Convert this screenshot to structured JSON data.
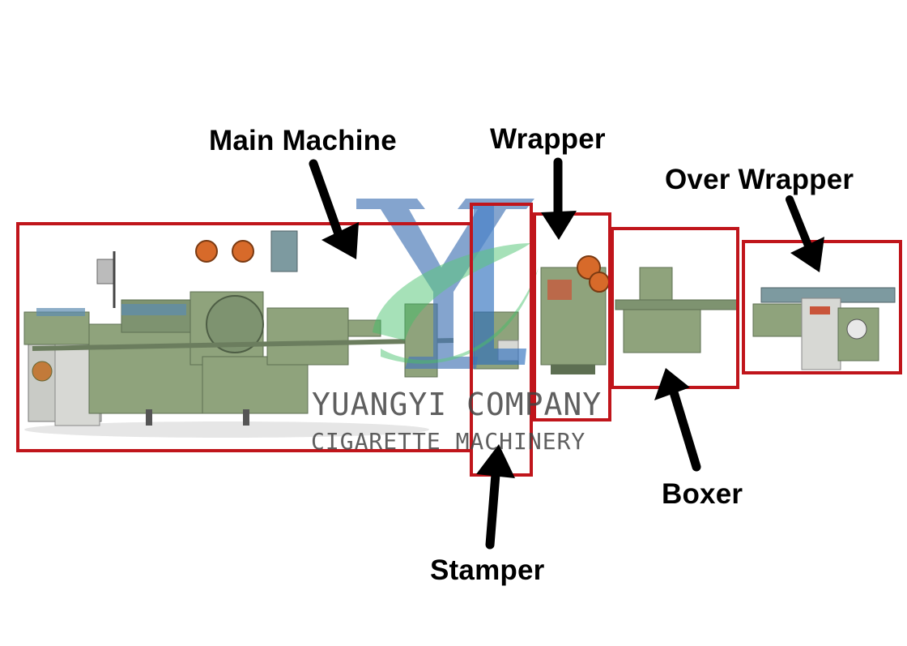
{
  "labels": {
    "main_machine": "Main Machine",
    "wrapper": "Wrapper",
    "over_wrapper": "Over Wrapper",
    "stamper": "Stamper",
    "boxer": "Boxer"
  },
  "watermark": {
    "company": "YUANGYI COMPANY",
    "subtitle": "CIGARETTE MACHINERY"
  },
  "colors": {
    "frame": "#c0151b",
    "machine_green": "#8fa37c",
    "machine_dark": "#5d6f52",
    "arrow": "#000000",
    "logo_blue": "#4b79b8",
    "logo_green": "#3fbf66"
  }
}
